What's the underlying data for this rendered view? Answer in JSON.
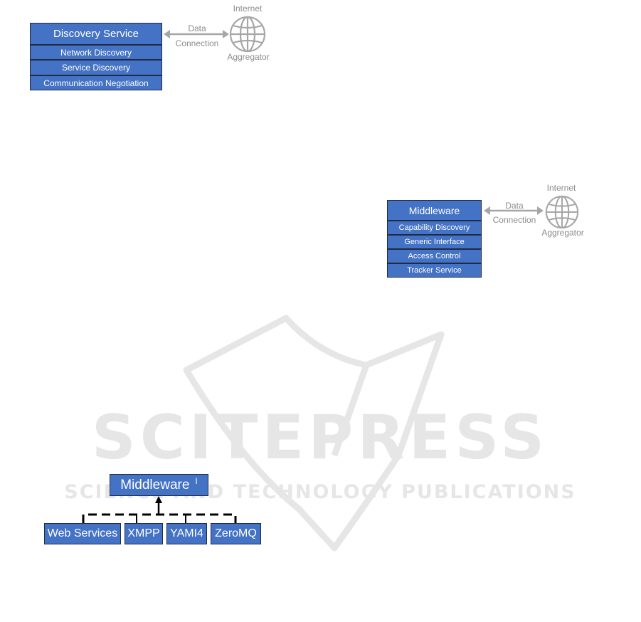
{
  "colors": {
    "box_fill": "#4472c4",
    "box_border": "#1f2a44",
    "grey": "#a6a6a6",
    "watermark": "#e7e7e7"
  },
  "diagram1": {
    "title": "Discovery Service",
    "rows": [
      "Network Discovery",
      "Service Discovery",
      "Communication Negotiation"
    ],
    "connection_line1": "Data",
    "connection_line2": "Connection",
    "globe_top": "Internet",
    "globe_bottom": "Aggregator",
    "icon": "globe-icon"
  },
  "diagram2": {
    "title": "Middleware",
    "rows": [
      "Capability Discovery",
      "Generic Interface",
      "Access Control",
      "Tracker Service"
    ],
    "connection_line1": "Data",
    "connection_line2": "Connection",
    "globe_top": "Internet",
    "globe_bottom": "Aggregator",
    "icon": "globe-icon"
  },
  "diagram3": {
    "title": "Middleware",
    "marker": "I",
    "children": [
      "Web Services",
      "XMPP",
      "YAMI4",
      "ZeroMQ"
    ]
  },
  "watermark": {
    "line1": "SCITEPRESS",
    "line2": "SCIENCE AND TECHNOLOGY PUBLICATIONS"
  }
}
